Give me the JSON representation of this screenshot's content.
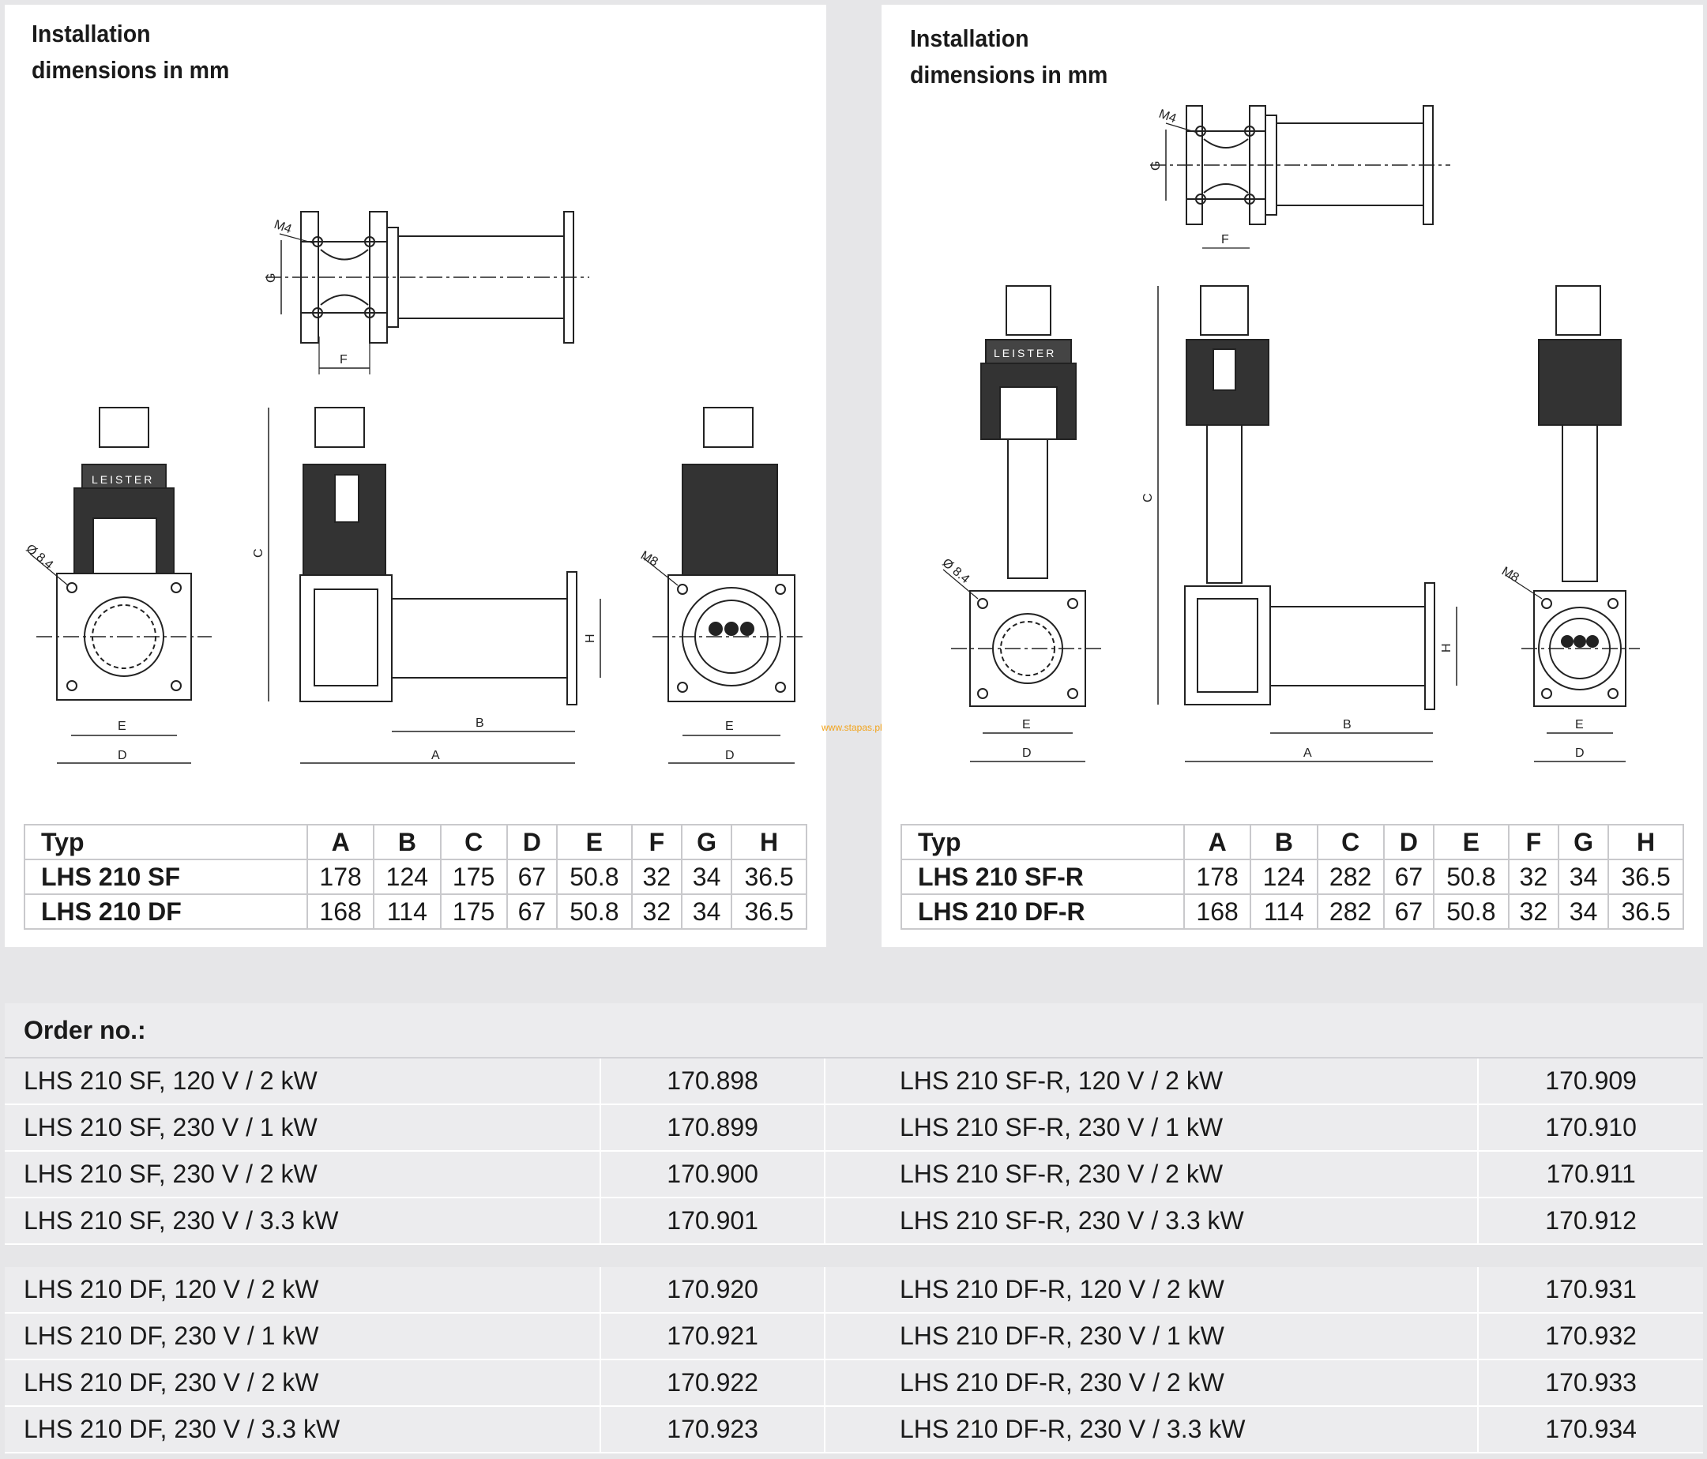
{
  "left_panel": {
    "title_line1": "Installation",
    "title_line2": "dimensions in mm",
    "table": {
      "header": [
        "Typ",
        "A",
        "B",
        "C",
        "D",
        "E",
        "F",
        "G",
        "H"
      ],
      "rows": [
        [
          "LHS 210 SF",
          "178",
          "124",
          "175",
          "67",
          "50.8",
          "32",
          "34",
          "36.5"
        ],
        [
          "LHS 210 DF",
          "168",
          "114",
          "175",
          "67",
          "50.8",
          "32",
          "34",
          "36.5"
        ]
      ]
    }
  },
  "right_panel": {
    "title_line1": "Installation",
    "title_line2": "dimensions in mm",
    "table": {
      "header": [
        "Typ",
        "A",
        "B",
        "C",
        "D",
        "E",
        "F",
        "G",
        "H"
      ],
      "rows": [
        [
          "LHS 210 SF-R",
          "178",
          "124",
          "282",
          "67",
          "50.8",
          "32",
          "34",
          "36.5"
        ],
        [
          "LHS 210 DF-R",
          "168",
          "114",
          "282",
          "67",
          "50.8",
          "32",
          "34",
          "36.5"
        ]
      ]
    }
  },
  "drawing_labels": {
    "m4": "M4",
    "m8": "M8",
    "dia": "Ø 8.4",
    "brand": "LEISTER",
    "a": "A",
    "b": "B",
    "c": "C",
    "d": "D",
    "e": "E",
    "f": "F",
    "g": "G",
    "h": "H"
  },
  "watermark": "www.stapas.pl",
  "order": {
    "title": "Order no.:",
    "group1": [
      {
        "left": "LHS 210 SF, 120 V / 2 kW",
        "left_no": "170.898",
        "right": "LHS 210 SF-R, 120 V / 2 kW",
        "right_no": "170.909"
      },
      {
        "left": "LHS 210 SF, 230 V / 1 kW",
        "left_no": "170.899",
        "right": "LHS 210 SF-R, 230 V / 1 kW",
        "right_no": "170.910"
      },
      {
        "left": "LHS 210 SF, 230 V / 2 kW",
        "left_no": "170.900",
        "right": "LHS 210 SF-R, 230 V / 2 kW",
        "right_no": "170.911"
      },
      {
        "left": "LHS 210 SF, 230 V / 3.3 kW",
        "left_no": "170.901",
        "right": "LHS 210 SF-R, 230 V / 3.3 kW",
        "right_no": "170.912"
      }
    ],
    "group2": [
      {
        "left": "LHS 210 DF, 120 V / 2 kW",
        "left_no": "170.920",
        "right": "LHS 210 DF-R, 120 V / 2 kW",
        "right_no": "170.931"
      },
      {
        "left": "LHS 210 DF, 230 V / 1 kW",
        "left_no": "170.921",
        "right": "LHS 210 DF-R, 230 V / 1 kW",
        "right_no": "170.932"
      },
      {
        "left": "LHS 210 DF, 230 V / 2 kW",
        "left_no": "170.922",
        "right": "LHS 210 DF-R, 230 V / 2 kW",
        "right_no": "170.933"
      },
      {
        "left": "LHS 210 DF, 230 V / 3.3 kW",
        "left_no": "170.923",
        "right": "LHS 210 DF-R, 230 V / 3.3 kW",
        "right_no": "170.934"
      }
    ]
  }
}
